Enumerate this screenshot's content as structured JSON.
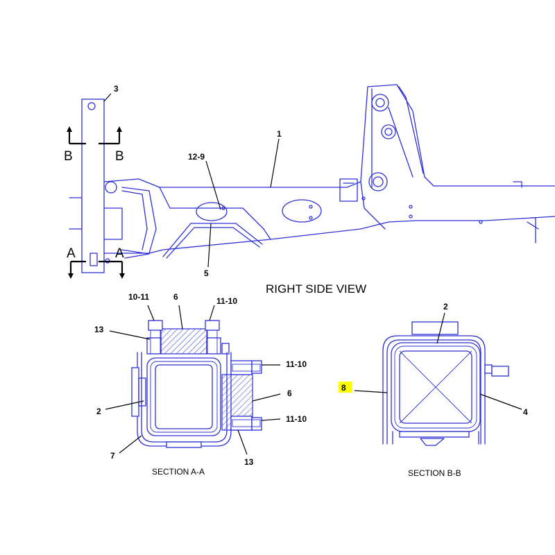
{
  "view_title": "RIGHT SIDE VIEW",
  "section_labels": {
    "a": "A",
    "b": "B"
  },
  "callouts": {
    "part_1": "1",
    "part_2": "2",
    "part_3": "3",
    "part_4": "4",
    "part_5": "5",
    "part_6": "6",
    "part_7": "7",
    "part_8": "8",
    "part_12_9": "12-9",
    "part_10_11": "10-11",
    "part_11_10": "11-10",
    "part_13": "13"
  },
  "captions": {
    "section_a": "SECTION A-A",
    "section_b": "SECTION B-B"
  },
  "colors": {
    "line": "#2b2fd6",
    "highlight": "#ffff00"
  }
}
